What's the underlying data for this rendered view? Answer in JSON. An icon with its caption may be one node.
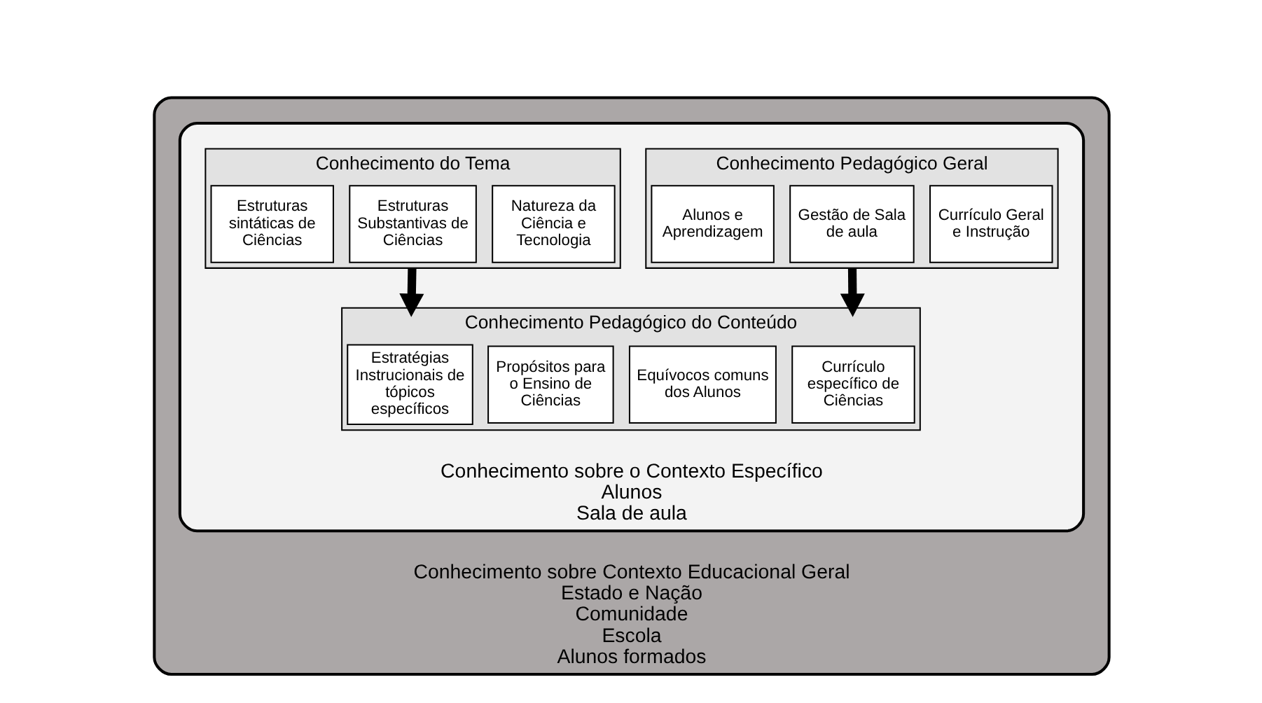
{
  "diagram": {
    "nodes": [
      {
        "text": [
          "Conhecimento sobre Contexto Educacional Geral",
          "Estado e Nação",
          "Comunidade",
          "Escola",
          "Alunos formados"
        ]
      },
      {
        "text": [
          "Conhecimento sobre o Contexto Específico",
          "Alunos",
          "Sala de aula"
        ],
        "in": 0
      },
      {
        "text": [
          "Conhecimento Pedagógico Geral"
        ],
        "in": 1
      },
      {
        "text": [
          "Alunos e Aprendizagem"
        ],
        "in": 2
      },
      {
        "text": [
          "Gestão de Sala de aula"
        ],
        "in": 2
      },
      {
        "text": [
          "Currículo Geral e Instrução"
        ],
        "in": 2
      },
      {
        "text": [
          "Conhecimento do Tema"
        ],
        "in": 1
      },
      {
        "text": [
          "Estruturas sintáticas de Ciências"
        ],
        "in": 6
      },
      {
        "text": [
          "Estruturas Substantivas de Ciências"
        ],
        "in": 6
      },
      {
        "text": [
          "Natureza da Ciência e Tecnologia"
        ],
        "in": 6
      },
      {
        "text": [
          "Conhecimento Pedagógico do Conteúdo"
        ],
        "in": 1
      },
      {
        "text": [
          "Equívocos comuns dos Alunos"
        ],
        "in": 10
      },
      {
        "text": [
          "Currículo específico de Ciências"
        ],
        "in": 10
      },
      {
        "text": [
          "Estratégias Instrucionais de tópicos específicos"
        ],
        "in": 10
      },
      {
        "text": [
          "Propósitos para o Ensino de Ciências"
        ],
        "in": 10
      }
    ],
    "edges": [
      {
        "from": 2,
        "to": 10,
        "arrow": "to"
      },
      {
        "from": 6,
        "to": 10,
        "arrow": "to"
      }
    ]
  }
}
